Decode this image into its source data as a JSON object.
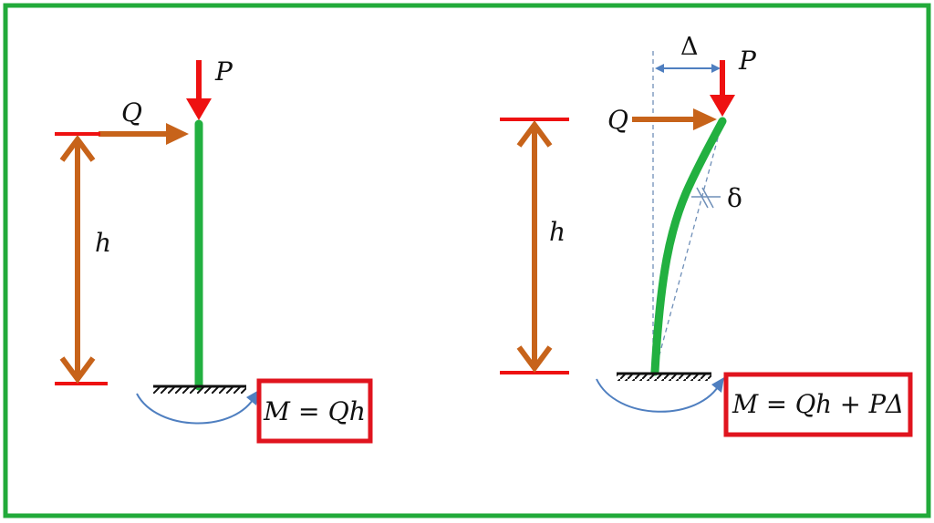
{
  "colors": {
    "frame": "#22aa3a",
    "column": "#22b040",
    "force_red": "#ee1111",
    "force_brown": "#c7631a",
    "dim_red": "#ee1111",
    "moment_blue": "#4f7fc0",
    "dashed": "#6f8fb8",
    "box_red": "#e0141e",
    "text": "#111111"
  },
  "left": {
    "load_p": "P",
    "load_q": "Q",
    "height_label": "h",
    "formula": "M = Qh"
  },
  "right": {
    "drift_label": "Δ",
    "load_p": "P",
    "load_q": "Q",
    "height_label": "h",
    "curvature_label": "δ",
    "formula": "M = Qh + PΔ"
  }
}
